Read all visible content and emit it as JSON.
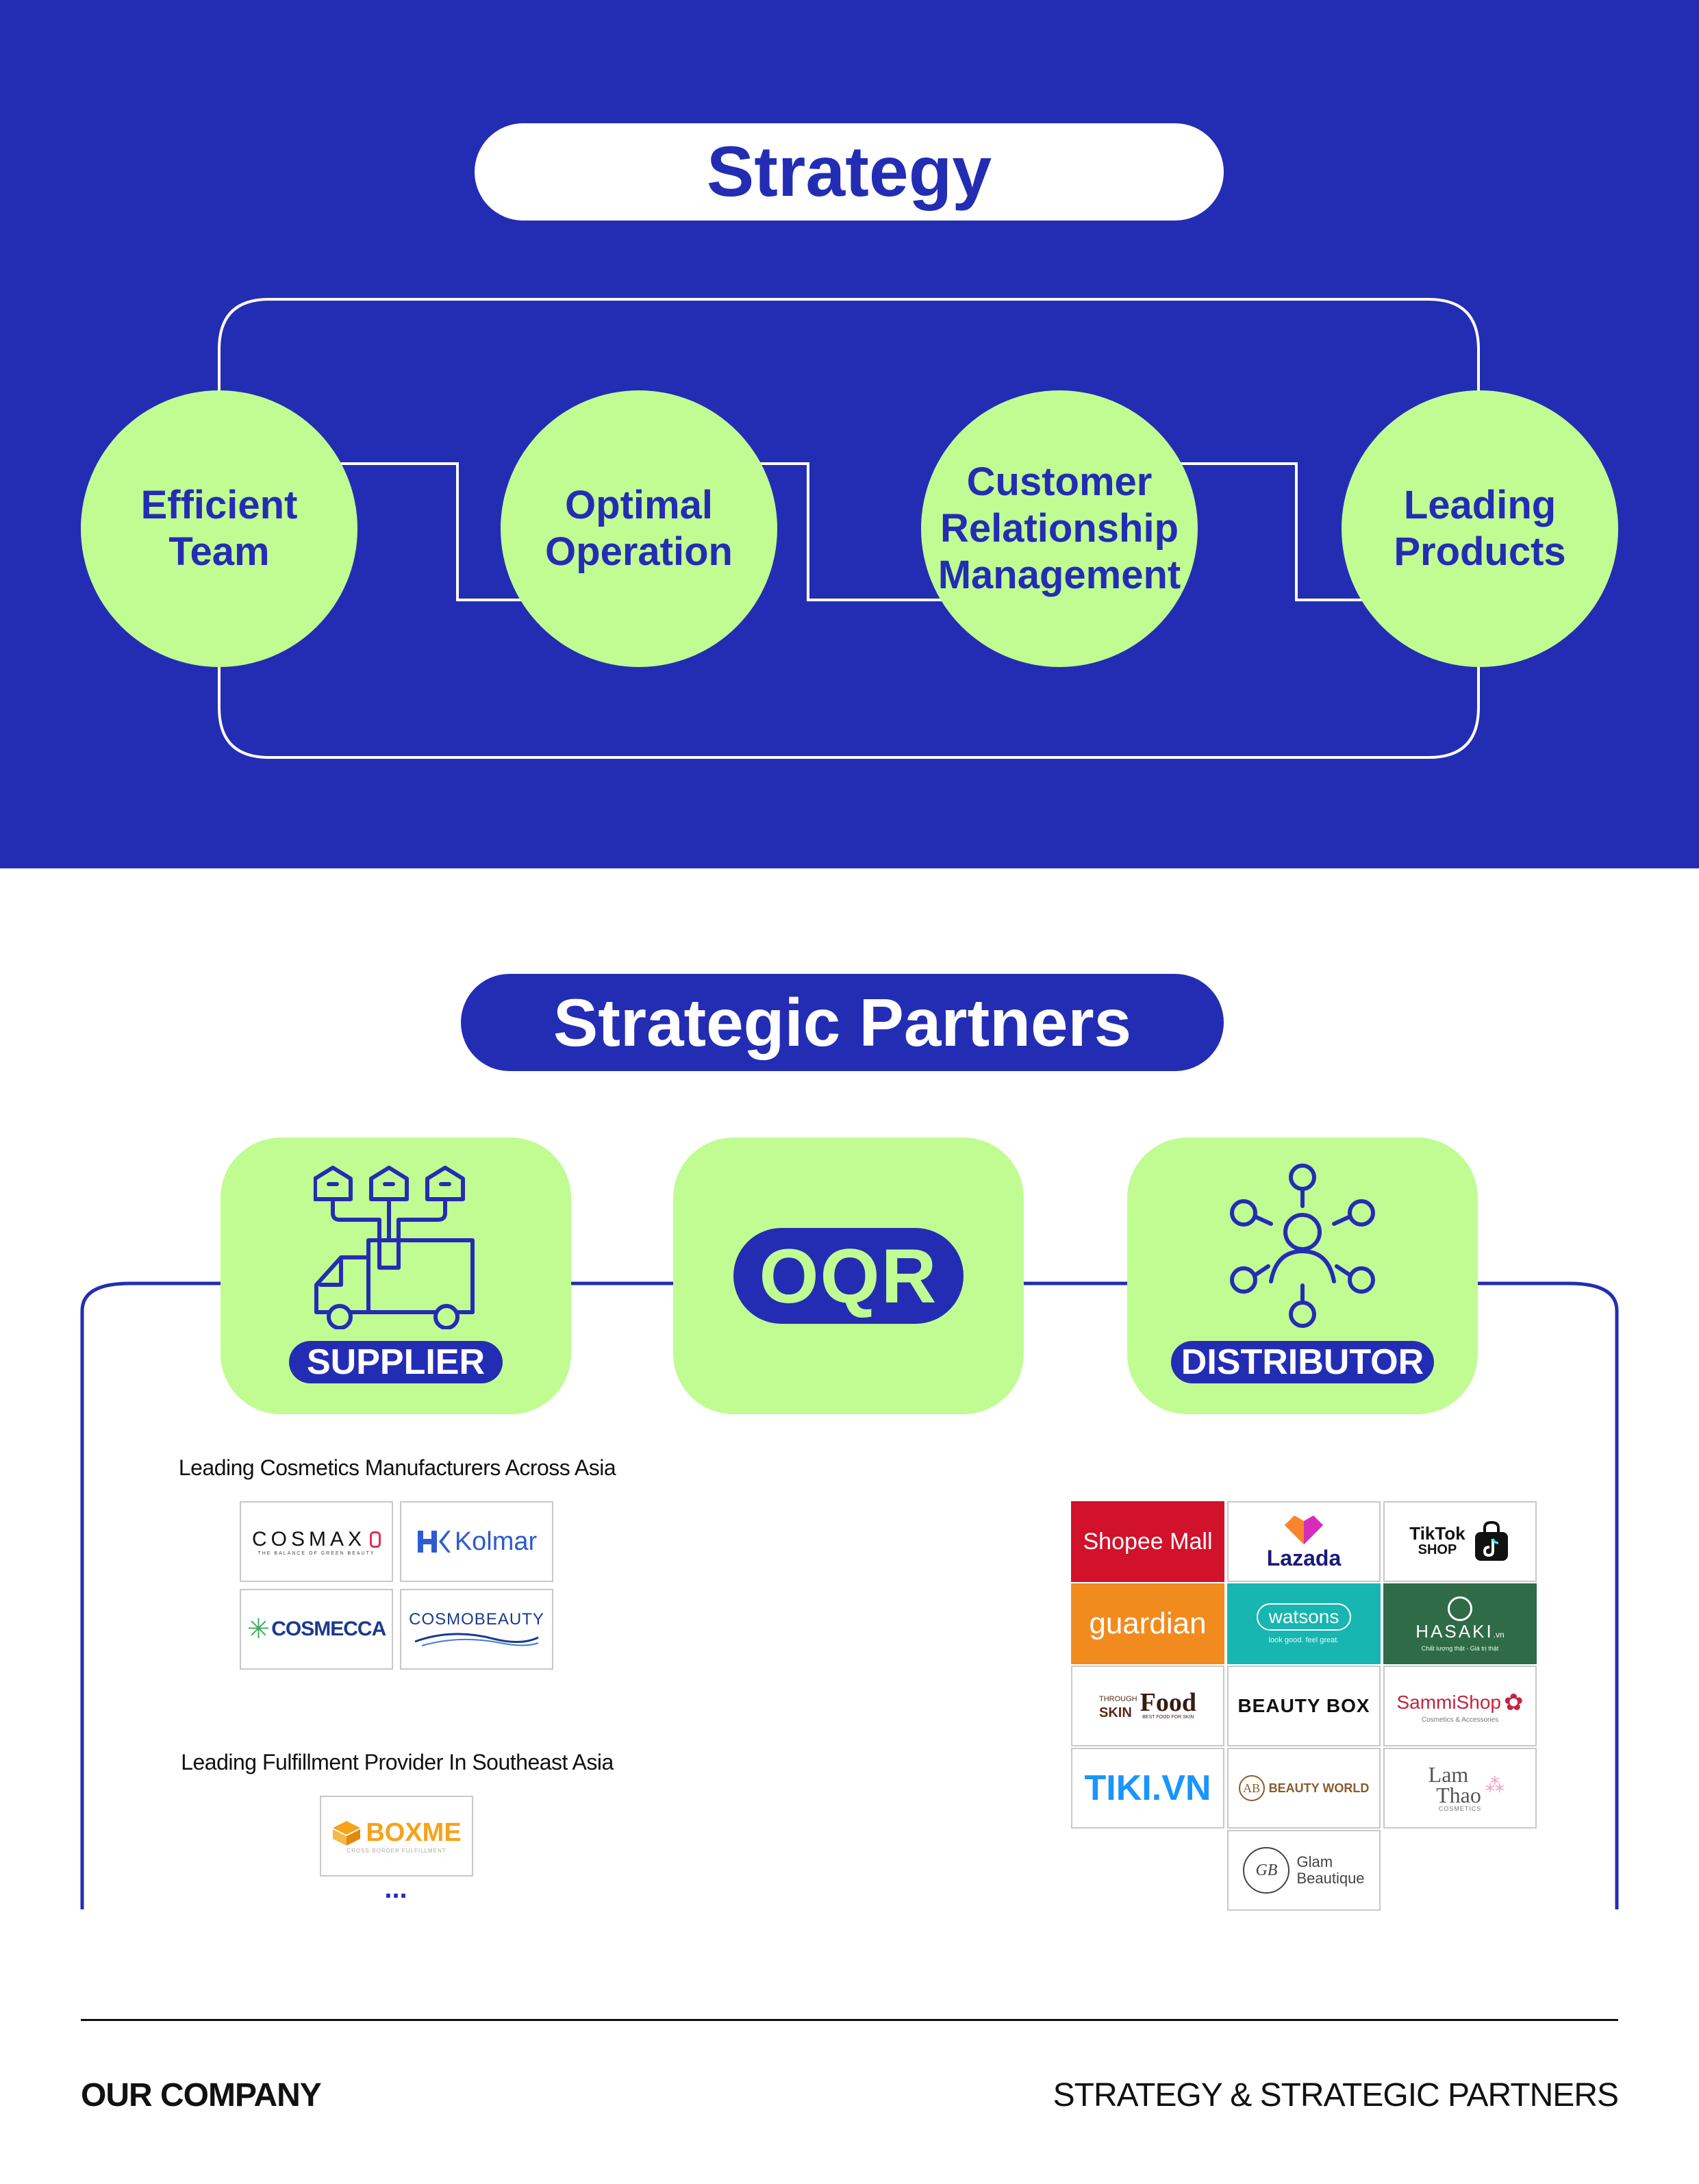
{
  "strategy": {
    "title": "Strategy",
    "pillars": [
      {
        "label_l1": "Efficient",
        "label_l2": "Team"
      },
      {
        "label_l1": "Optimal",
        "label_l2": "Operation"
      },
      {
        "label_l1": "Customer",
        "label_l2": "Relationship",
        "label_l3": "Management"
      },
      {
        "label_l1": "Leading",
        "label_l2": "Products"
      }
    ]
  },
  "partners": {
    "title": "Strategic Partners",
    "supplier_label": "SUPPLIER",
    "center_label": "OQR",
    "distributor_label": "DISTRIBUTOR",
    "manufacturers_caption": "Leading Cosmetics Manufacturers Across Asia",
    "manufacturers": [
      {
        "name": "COSMAX",
        "tagline": "THE BALANCE OF GREEN BEAUTY"
      },
      {
        "name": "Kolmar"
      },
      {
        "name": "COSMECCA"
      },
      {
        "name": "COSMOBEAUTY"
      }
    ],
    "fulfillment_caption": "Leading Fulfillment Provider In Southeast Asia",
    "fulfillment": {
      "name": "BOXME",
      "tagline": "CROSS-BORDER FULFILLMENT"
    },
    "more": "...",
    "distributors": {
      "shopee": "Shopee Mall",
      "lazada": "Lazada",
      "tiktok_l1": "TikTok",
      "tiktok_l2": "SHOP",
      "guardian": "guardian",
      "watsons": "watsons",
      "watsons_tagline": "look good. feel great.",
      "hasaki": "HASAKI",
      "hasaki_suffix": ".vn",
      "hasaki_tagline": "Chất lượng thật - Giá trị thật",
      "skinfood_l1": "THROUGH",
      "skinfood_l2": "SKIN",
      "skinfood_l3": "Food",
      "skinfood_tagline": "BEST FOOD FOR SKIN",
      "beautybox": "BEAUTY BOX",
      "sammishop": "SammiShop",
      "sammishop_tagline": "Cosmetics & Accessories",
      "tiki": "TIKI.VN",
      "beautyworld": "BEAUTY WORLD",
      "beautyworld_mark": "AB",
      "lamthao_l1": "Lam",
      "lamthao_l2": "Thao",
      "lamthao_tagline": "COSMETICS",
      "glam_mark": "GB",
      "glam_l1": "Glam",
      "glam_l2": "Beautique"
    }
  },
  "footer": {
    "left": "OUR COMPANY",
    "right": "STRATEGY & STRATEGIC PARTNERS"
  },
  "colors": {
    "primary": "#232db4",
    "accent": "#c0fc92"
  }
}
